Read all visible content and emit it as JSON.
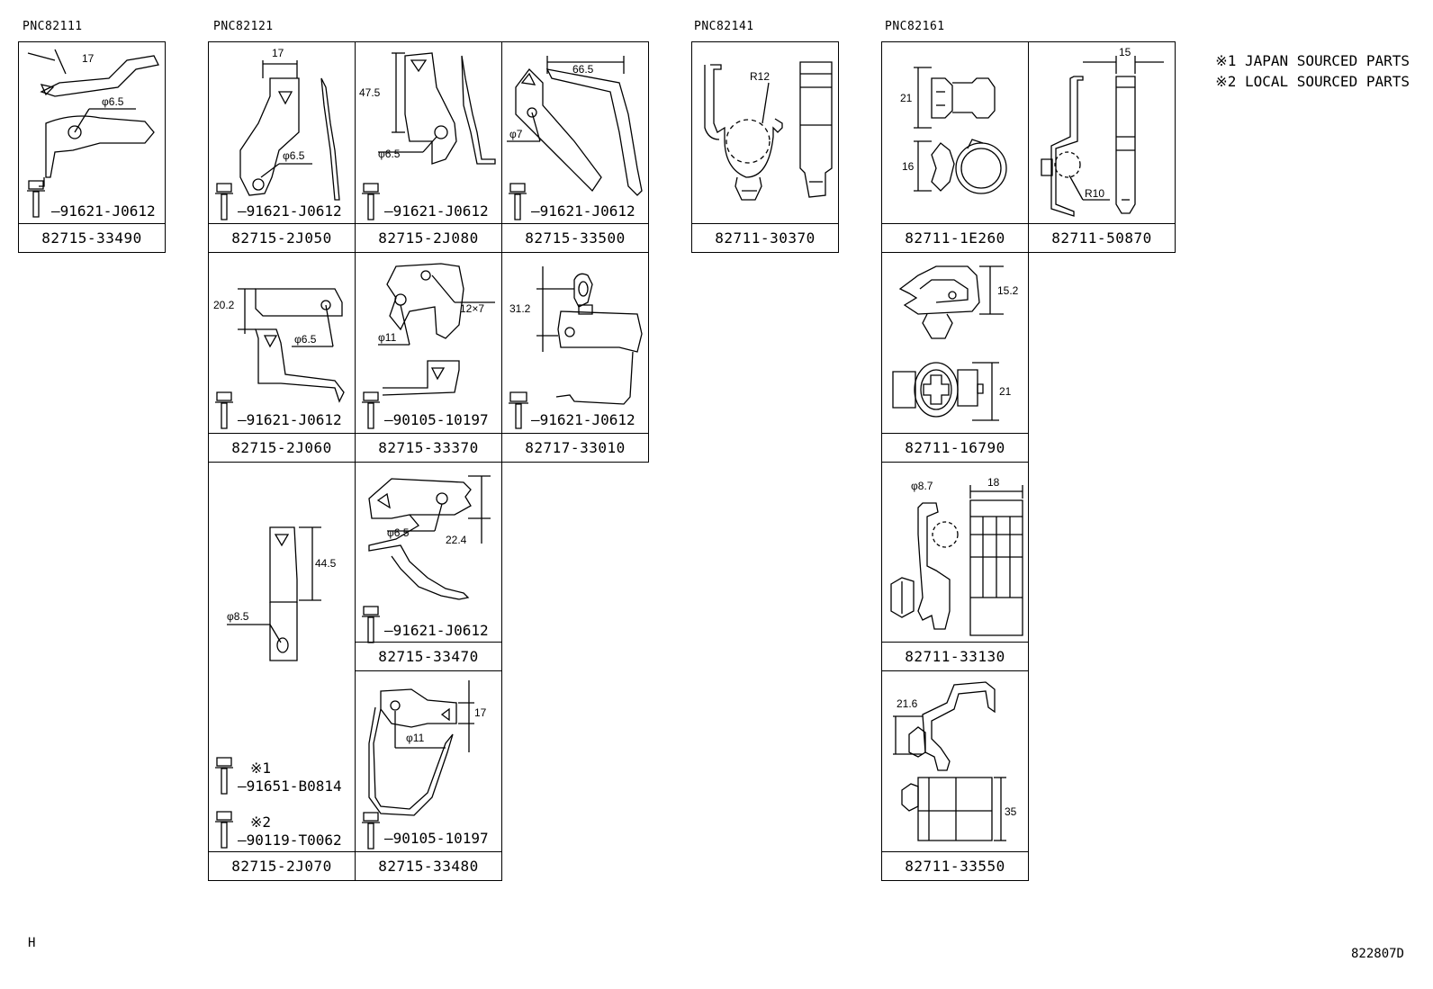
{
  "pnc_headers": [
    "PNC82111",
    "PNC82121",
    "PNC82141",
    "PNC82161"
  ],
  "notes": [
    "※1 JAPAN SOURCED PARTS",
    "※2 LOCAL SOURCED PARTS"
  ],
  "bottom_left": "H",
  "bottom_right": "822807D",
  "cells": {
    "c1": {
      "part": "82715-33490",
      "bolt": "91621-J0612",
      "dims": [
        "17",
        "φ6.5"
      ]
    },
    "c2": {
      "part": "82715-2J050",
      "bolt": "91621-J0612",
      "dims": [
        "17",
        "φ6.5"
      ]
    },
    "c3": {
      "part": "82715-2J080",
      "bolt": "91621-J0612",
      "dims": [
        "47.5",
        "φ6.5"
      ]
    },
    "c4": {
      "part": "82715-33500",
      "bolt": "91621-J0612",
      "dims": [
        "66.5",
        "φ7"
      ]
    },
    "c5": {
      "part": "82711-30370",
      "dims": [
        "R12"
      ]
    },
    "c6": {
      "part": "82711-1E260",
      "dims": [
        "21",
        "16"
      ]
    },
    "c7": {
      "part": "82711-50870",
      "dims": [
        "15",
        "R10"
      ]
    },
    "c8": {
      "part": "82715-2J060",
      "bolt": "91621-J0612",
      "dims": [
        "20.2",
        "φ6.5"
      ]
    },
    "c9": {
      "part": "82715-33370",
      "bolt": "90105-10197",
      "dims": [
        "12×7",
        "φ11"
      ]
    },
    "c10": {
      "part": "82717-33010",
      "bolt": "91621-J0612",
      "dims": [
        "31.2"
      ]
    },
    "c11": {
      "part": "82711-16790",
      "dims": [
        "15.2",
        "21"
      ]
    },
    "c12": {
      "part": "82715-2J070",
      "bolts": [
        {
          "mark": "※1",
          "no": "91651-B0814"
        },
        {
          "mark": "※2",
          "no": "90119-T0062"
        }
      ],
      "dims": [
        "44.5",
        "φ8.5"
      ]
    },
    "c13": {
      "part": "82715-33470",
      "bolt": "91621-J0612",
      "dims": [
        "φ6.5",
        "22.4"
      ]
    },
    "c14": {
      "part": "82715-33480",
      "bolt": "90105-10197",
      "dims": [
        "17",
        "φ11"
      ]
    },
    "c15": {
      "part": "82711-33130",
      "dims": [
        "φ8.7",
        "18"
      ]
    },
    "c16": {
      "part": "82711-33550",
      "dims": [
        "21.6",
        "35"
      ]
    }
  }
}
